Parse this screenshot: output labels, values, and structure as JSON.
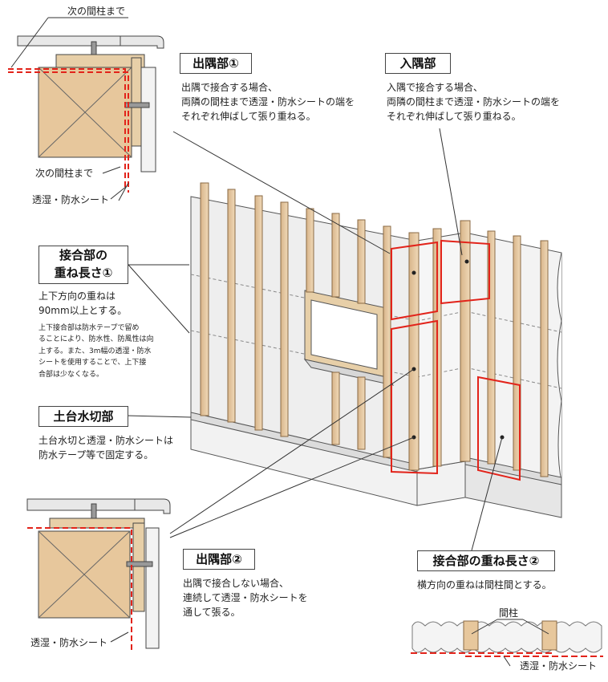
{
  "labels": {
    "next_column_top": "次の間柱まで",
    "next_column_side": "次の間柱まで",
    "sheet_top_detail": "透湿・防水シート",
    "sheet_bottom_detail": "透湿・防水シート",
    "sheet_right_detail": "透湿・防水シート",
    "mabashira": "間柱"
  },
  "sections": {
    "outer_corner_1": {
      "title": "出隅部①",
      "lines": [
        "出隅で接合する場合、",
        "両隣の間柱まで透湿・防水シートの端を",
        "それぞれ伸ばして張り重ねる。"
      ]
    },
    "inner_corner": {
      "title": "入隅部",
      "lines": [
        "入隅で接合する場合、",
        "両隣の間柱まで透湿・防水シートの端を",
        "それぞれ伸ばして張り重ねる。"
      ]
    },
    "overlap_1": {
      "title_line1": "接合部の",
      "title_line2": "重ね長さ①",
      "lines": [
        "上下方向の重ねは",
        "90mm以上とする。"
      ],
      "note_lines": [
        "上下接合部は防水テープで留め",
        "ることにより、防水性、防風性は向",
        "上する。また、3m幅の透湿・防水",
        "シートを使用することで、上下接",
        "合部は少なくなる。"
      ]
    },
    "sill_flashing": {
      "title": "土台水切部",
      "lines": [
        "土台水切と透湿・防水シートは",
        "防水テープ等で固定する。"
      ]
    },
    "outer_corner_2": {
      "title": "出隅部②",
      "lines": [
        "出隅で接合しない場合、",
        "連続して透湿・防水シートを",
        "通して張る。"
      ]
    },
    "overlap_2": {
      "title": "接合部の重ね長さ②",
      "lines": [
        "横方向の重ねは間柱間とする。"
      ]
    }
  },
  "colors": {
    "sheet_red": "#e2231a",
    "wood": "#e9c9a0",
    "wood_dark": "#c9a57a",
    "wall": "#f0f0f0",
    "line": "#333333"
  }
}
